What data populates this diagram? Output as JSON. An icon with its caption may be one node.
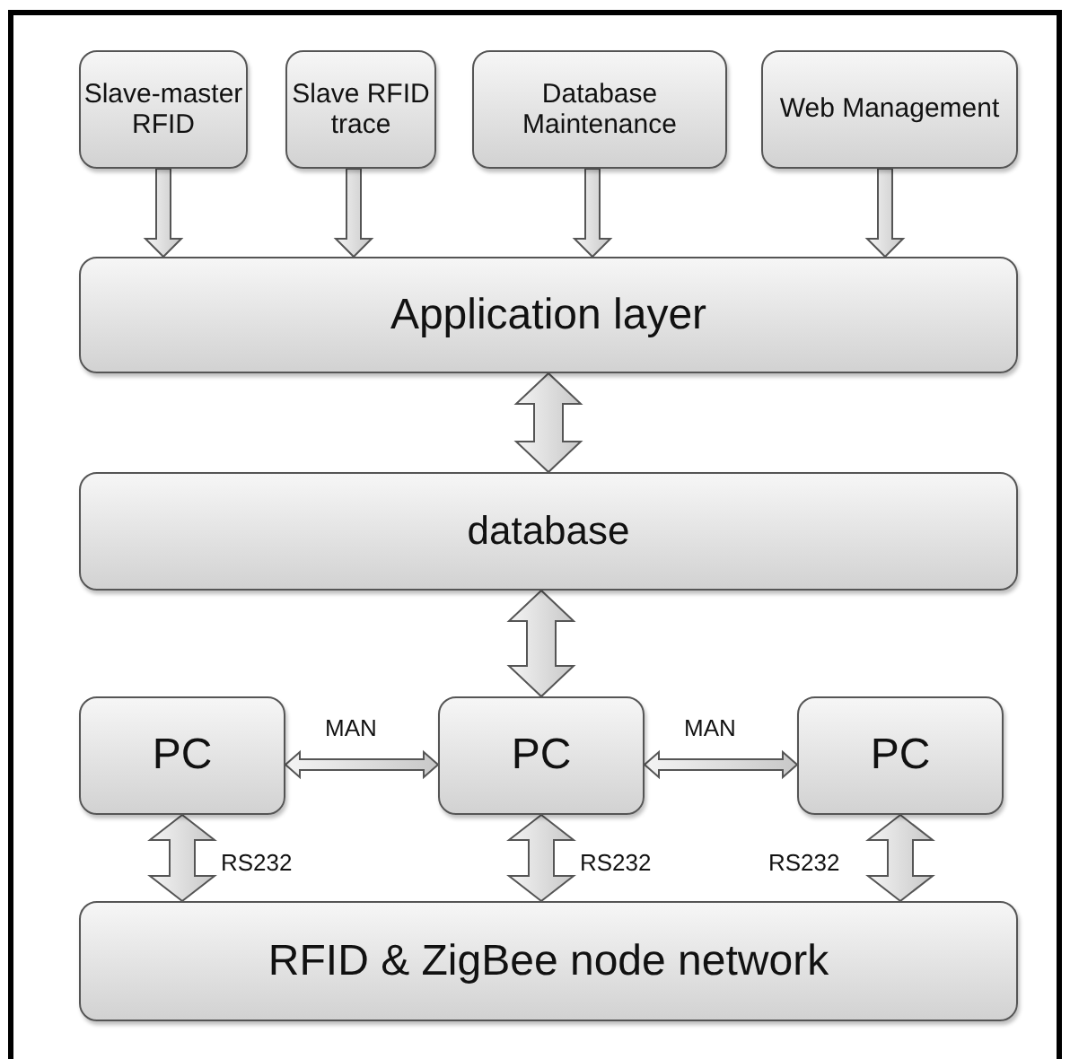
{
  "diagram": {
    "nodes": [
      {
        "text": [
          "Slave-master RFID"
        ]
      },
      {
        "text": [
          "Slave RFID trace"
        ]
      },
      {
        "text": [
          "Database Maintenance"
        ]
      },
      {
        "text": [
          "Web Management"
        ]
      },
      {
        "text": [
          "Application layer"
        ]
      },
      {
        "text": [
          "database"
        ]
      },
      {
        "text": [
          "PC"
        ]
      },
      {
        "text": [
          "PC"
        ]
      },
      {
        "text": [
          "PC"
        ]
      },
      {
        "text": [
          "RFID & ZigBee node network"
        ]
      }
    ],
    "edges": [
      {
        "from": 0,
        "to": 4,
        "arrow": "to"
      },
      {
        "from": 1,
        "to": 4,
        "arrow": "to"
      },
      {
        "from": 2,
        "to": 4,
        "arrow": "to"
      },
      {
        "from": 3,
        "to": 4,
        "arrow": "to"
      },
      {
        "from": 4,
        "to": 5,
        "arrow": "both"
      },
      {
        "from": 5,
        "to": 7,
        "arrow": "both"
      },
      {
        "from": 6,
        "to": 7,
        "arrow": "both",
        "label": "MAN"
      },
      {
        "from": 7,
        "to": 8,
        "arrow": "both",
        "label": "MAN"
      },
      {
        "from": 6,
        "to": 9,
        "arrow": "both",
        "label": "RS232"
      },
      {
        "from": 7,
        "to": 9,
        "arrow": "both",
        "label": "RS232"
      },
      {
        "from": 8,
        "to": 9,
        "arrow": "both",
        "label": "RS232"
      }
    ]
  }
}
